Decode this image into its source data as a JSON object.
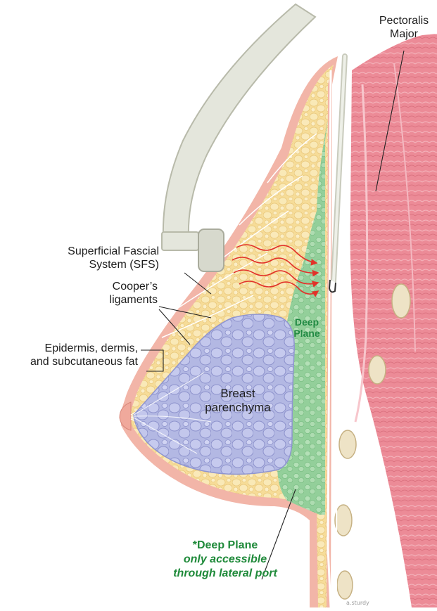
{
  "labels": {
    "pectoralis_line1": "Pectoralis",
    "pectoralis_line2": "Major",
    "sfs_line1": "Superficial Fascial",
    "sfs_line2": "System (SFS)",
    "coopers_line1": "Cooper’s",
    "coopers_line2": "ligaments",
    "skin_line1": "Epidermis, dermis,",
    "skin_line2": "and subcutaneous fat",
    "deep_plane_line1": "Deep",
    "deep_plane_line2": "Plane",
    "parenchyma_line1": "Breast",
    "parenchyma_line2": "parenchyma",
    "footnote_line1": "*Deep Plane",
    "footnote_line2": "only accessible",
    "footnote_line3": "through lateral port",
    "signature": "a.sturdy"
  },
  "colors": {
    "skin": "#f2b5a8",
    "fat": "#f6dd9c",
    "fat_cell": "#f9e8b5",
    "deep_plane": "#9fd4a4",
    "parenchyma": "#b9bde6",
    "muscle": "#ec8e9a",
    "instrument": "#e4e6dc",
    "arrow": "#e2322a",
    "label_green": "#1f8a3a"
  },
  "icons": {
    "instrument": "retractor-icon",
    "arrows": "wavy-arrow-icon"
  }
}
